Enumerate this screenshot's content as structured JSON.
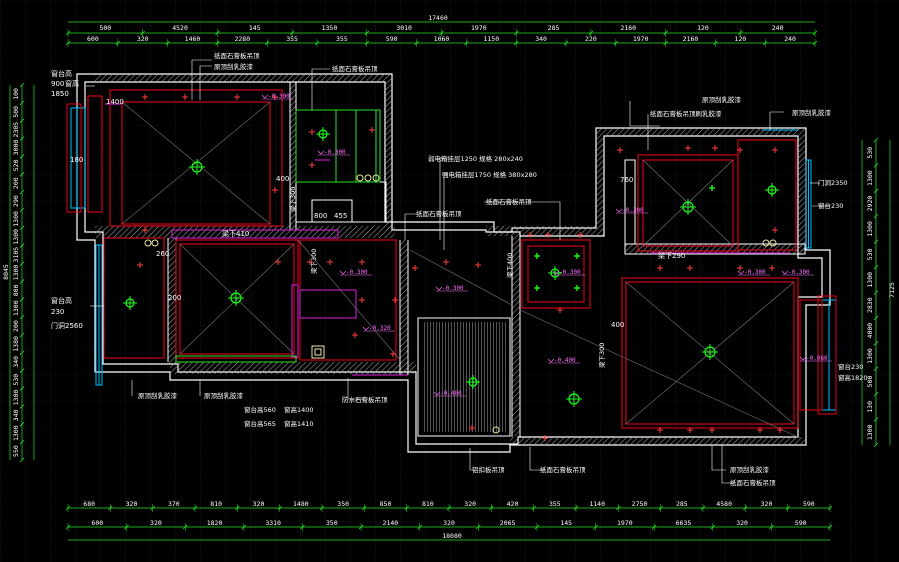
{
  "dims": {
    "top_total": "17460",
    "top_row1": [
      "500",
      "4520",
      "145",
      "1350",
      "3010",
      "1970",
      "285",
      "2160",
      "120",
      "240"
    ],
    "top_row2": [
      "600",
      "320",
      "1460",
      "2280",
      "355",
      "355",
      "590",
      "1060",
      "1150",
      "340",
      "220",
      "1970",
      "2160",
      "120",
      "240"
    ],
    "bottom_row1": [
      "680",
      "320",
      "370",
      "810",
      "320",
      "1480",
      "350",
      "850",
      "810",
      "320",
      "420",
      "355",
      "1140",
      "2750",
      "285",
      "4580",
      "320",
      "590"
    ],
    "bottom_row2": [
      "600",
      "320",
      "1820",
      "3310",
      "350",
      "2140",
      "320",
      "2065",
      "145",
      "1970",
      "6635",
      "320",
      "590"
    ],
    "bottom_total": "18080",
    "left_total": "8045",
    "left_a": [
      "100",
      "500",
      "2305",
      "3000",
      "520",
      "200",
      "290",
      "1300",
      "1300",
      "3105",
      "1300",
      "800",
      "1300",
      "200",
      "1380",
      "340",
      "530",
      "1300",
      "340",
      "1300",
      "550"
    ],
    "right_total": "7125",
    "right_a": [
      "530",
      "1300",
      "2920",
      "1300",
      "530",
      "1300",
      "2830",
      "4000",
      "1300",
      "500",
      "130",
      "1300"
    ]
  },
  "labels": {
    "window_sill_tl": "窗台高",
    "window_sill_tl_v1": "900",
    "window_sill_tl_v2": "窗高",
    "window_sill_tl_v3": "1850",
    "window_sill_left": "窗台高",
    "window_sill_left_v": "230",
    "door_height_left": "门洞2560",
    "ceiling_gypsum_1": "纸面石膏板吊顶",
    "ceiling_rubber_1": "原顶刮乳胶漆",
    "ceiling_gypsum_2": "纸面石膏板吊顶",
    "beam_410": "梁下410",
    "beam_300a": "梁下300",
    "beam_300b": "梁下300",
    "beam_400": "梁下400",
    "beam_290": "梁下290",
    "beam_300c": "梁下300",
    "weak_box": "弱电箱挂层1250 规格 280x240",
    "strong_box": "强电箱挂层1750 规格 380x280",
    "ceiling_gypsum_3": "纸面石膏板吊顶",
    "ceiling_gypsum_4": "纸面石膏板吊顶",
    "ceiling_rubber_tr": "原顶刮乳胶漆",
    "ceiling_gypsum_tr": "纸面石膏板吊顶刷乳胶漆",
    "ceiling_rubber_tr2": "原顶刮乳胶漆",
    "door_2350": "门洞2350",
    "sill_230_r": "窗台230",
    "sill_r2": "窗台230",
    "window_h_r": "窗高1820",
    "ceiling_rubber_bl": "原顶刮乳胶漆",
    "ceiling_rubber_bm": "原顶刮乳胶漆",
    "sill_560": "窗台高560",
    "win_1400": "窗高1400",
    "sill_565": "窗台高565",
    "win_1410": "窗高1410",
    "waterproof": "防水石膏板吊顶",
    "alu_ceiling": "铝扣板吊顶",
    "ceiling_gypsum_b": "纸面石膏板吊顶",
    "ceiling_rubber_br": "原顶刮乳胶漆",
    "ceiling_gypsum_br": "纸面石膏板吊顶",
    "dim_1400": "1400",
    "dim_200": "200",
    "dim_760": "760",
    "dim_400a": "400",
    "dim_400b": "400",
    "dim_800": "800",
    "dim_455": "455",
    "dim_180": "180",
    "dim_260": "260"
  },
  "levels": [
    "-0.300",
    "-0.300",
    "-0.300",
    "-0.300",
    "-0.300",
    "-0.320",
    "-0.300",
    "-0.300",
    "-0.300",
    "-0.400",
    "-0.400",
    "-0.060"
  ],
  "colors": {
    "background": "#000000",
    "wall": "#ffffff",
    "ceiling_outline": "#e0001b",
    "dimension": "#26e326",
    "grid": "#1a1a2a",
    "level": "#ff6fff",
    "light": "#ff3a3a",
    "lamp": "#18ff18",
    "beam": "#b51fb5",
    "window": "#00bfff"
  }
}
